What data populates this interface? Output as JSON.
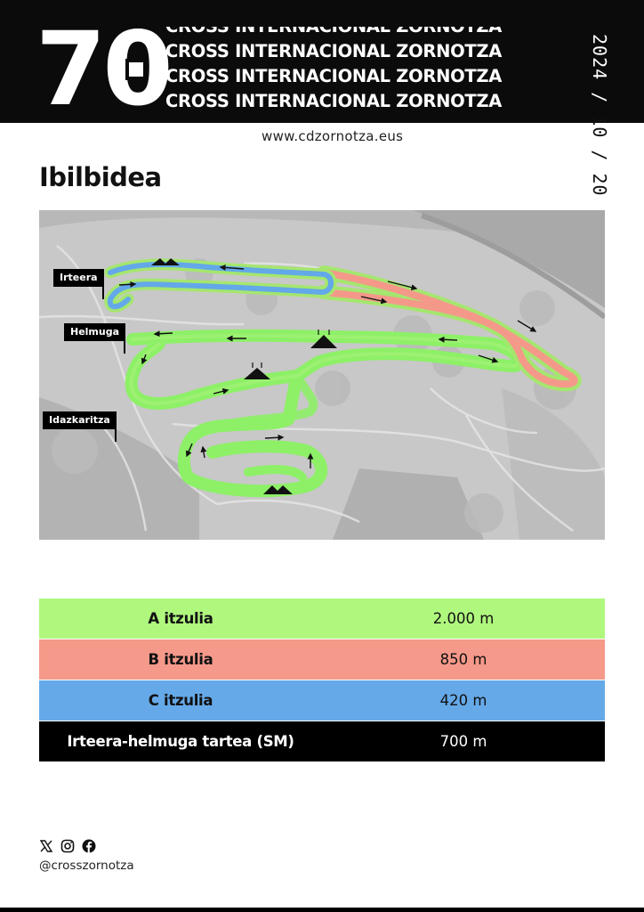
{
  "header": {
    "edition_number": "70",
    "edition_first_digit": "7",
    "edition_second_digit": "0",
    "title_lines": [
      "CROSS INTERNACIONAL ZORNOTZA",
      "CROSS INTERNACIONAL ZORNOTZA",
      "CROSS INTERNACIONAL ZORNOTZA",
      "CROSS INTERNACIONAL ZORNOTZA"
    ],
    "date": "2024 / 10 / 20",
    "date_parts": [
      "2024 /",
      " 10 / 20"
    ],
    "website": "www.cdzornotza.eus"
  },
  "section_title": "Ibilbidea",
  "map": {
    "labels": {
      "start": "Irteera",
      "finish": "Helmuga",
      "secretariat": "Idazkaritza"
    },
    "loop_colors": {
      "A": "#a8f27a",
      "B": "#f4998a",
      "C": "#63a8e8"
    }
  },
  "legend": [
    {
      "label": "A itzulia",
      "value": "2.000 m",
      "bg": "#b0f77e",
      "fg": "#111111"
    },
    {
      "label": "B itzulia",
      "value": "850 m",
      "bg": "#f5998a",
      "fg": "#111111"
    },
    {
      "label": "C itzulia",
      "value": "420 m",
      "bg": "#65a9e8",
      "fg": "#111111"
    },
    {
      "label": "Irteera-helmuga tartea (SM)",
      "value": "700 m",
      "bg": "#000000",
      "fg": "#ffffff"
    }
  ],
  "social": {
    "icons": [
      "x-icon",
      "instagram-icon",
      "facebook-icon"
    ],
    "handle": "@crosszornotza"
  }
}
